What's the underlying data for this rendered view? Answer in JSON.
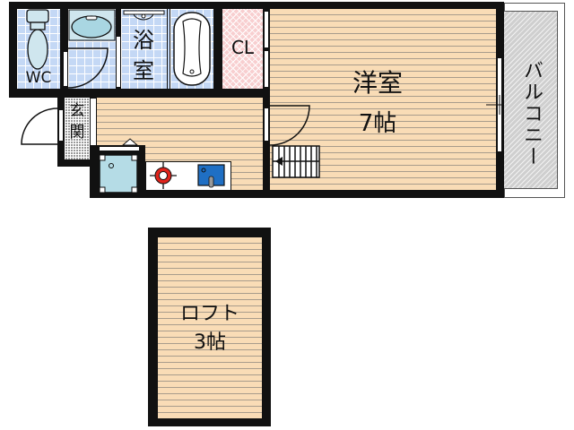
{
  "floorplan": {
    "rooms": {
      "wc": {
        "label": "WC"
      },
      "bath": {
        "label_line1": "浴",
        "label_line2": "室"
      },
      "closet": {
        "label": "CL"
      },
      "western_room": {
        "label": "洋室",
        "size": "7帖"
      },
      "balcony": {
        "label": "バルコニー"
      },
      "entrance": {
        "label_line1": "玄",
        "label_line2": "関"
      },
      "loft": {
        "label": "ロフト",
        "size": "3帖"
      }
    },
    "fixtures": [
      "toilet-icon",
      "washbasin-icon",
      "bathtub-icon",
      "washing-machine-icon",
      "gas-stove-icon",
      "kitchen-sink-icon",
      "loft-ladder-icon"
    ],
    "colors": {
      "wall": "#111111",
      "wood_floor": "#f9dcb6",
      "tile": "#c4d8f5",
      "closet": "#f8cfd0",
      "balcony": "#cfcfcf",
      "stove_red": "#e0231b",
      "sink_blue": "#1f6fc4"
    }
  }
}
